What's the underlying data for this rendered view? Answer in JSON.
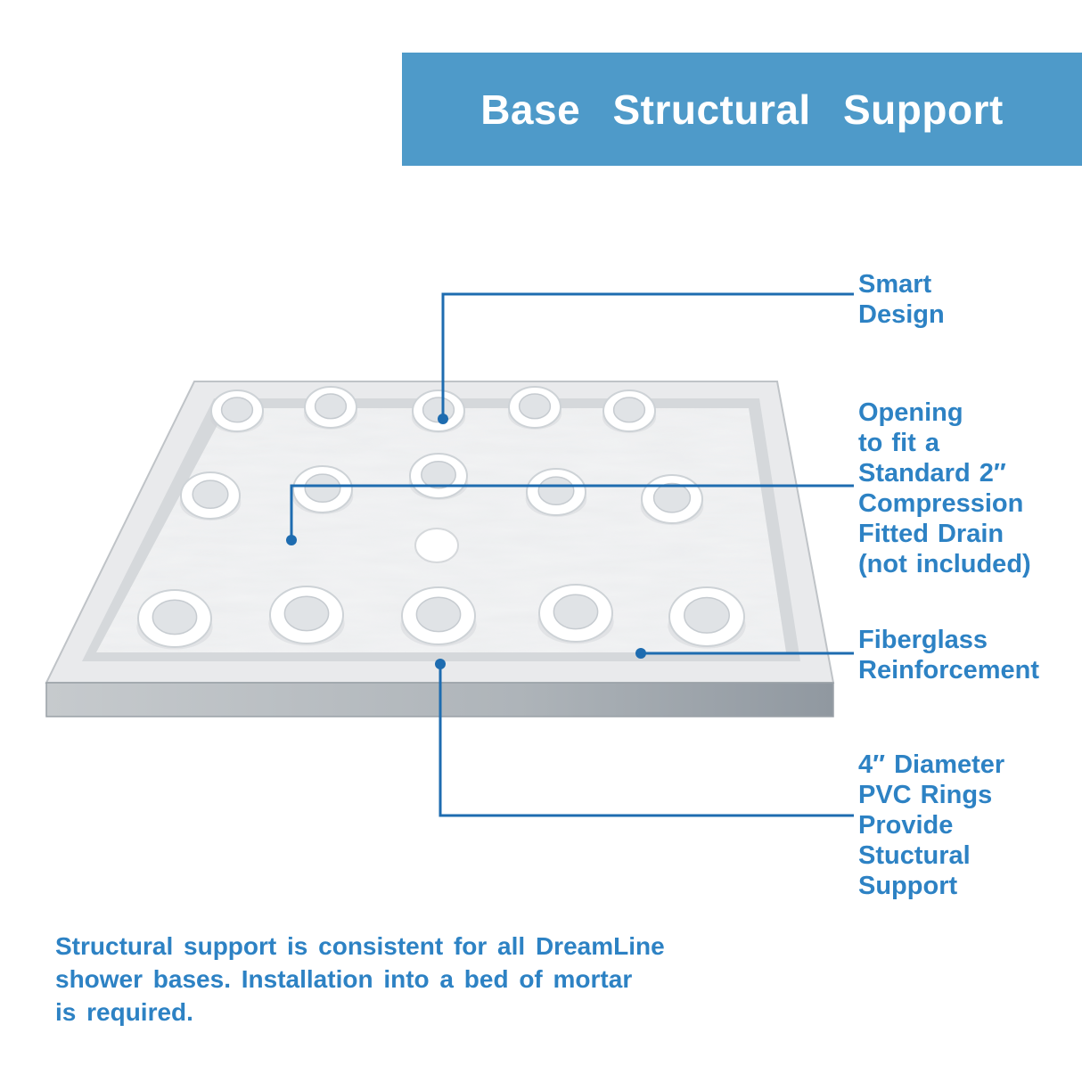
{
  "header": {
    "title": "Base Structural Support"
  },
  "callouts": [
    {
      "id": "smart-design",
      "label": "Smart\nDesign"
    },
    {
      "id": "drain-opening",
      "label": "Opening\nto fit a\nStandard 2″\nCompression\nFitted Drain\n(not included)"
    },
    {
      "id": "fiberglass",
      "label": "Fiberglass\nReinforcement"
    },
    {
      "id": "pvc-rings",
      "label": "4″ Diameter\nPVC Rings\nProvide\nStuctural\nSupport"
    }
  ],
  "footer": {
    "text": "Structural support is consistent for all DreamLine\nshower bases. Installation into a bed of mortar\nis required."
  },
  "illustration": {
    "pvc_ring_count": 15,
    "drain_count": 1
  },
  "colors": {
    "header_bg": "#4e9ac9",
    "label_text": "#2d82c4",
    "callout_line": "#1e6cb0",
    "header_text": "#ffffff"
  }
}
